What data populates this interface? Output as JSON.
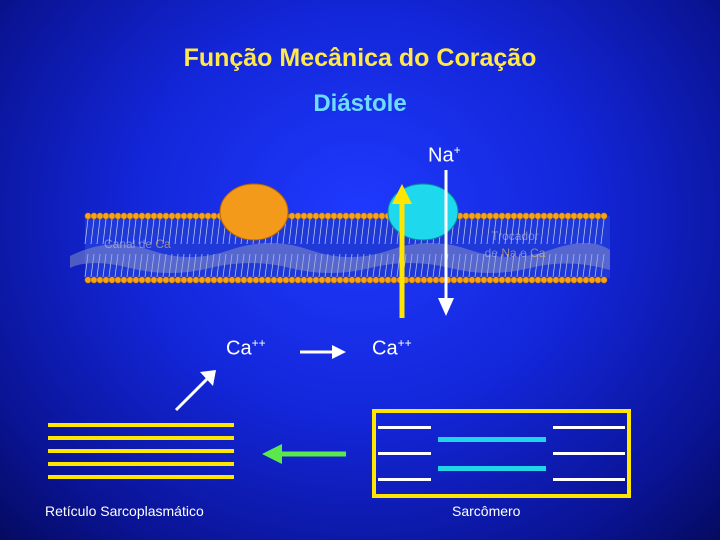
{
  "title": "Função Mecânica do Coração",
  "subtitle": "Diástole",
  "ions": {
    "na_base": "Na",
    "na_charge": "+",
    "ca_left_base": "Ca",
    "ca_left_charge": "++",
    "ca_right_base": "Ca",
    "ca_right_charge": "++"
  },
  "membrane_labels": {
    "canal_prefix": "Canal de",
    "canal_ion": "Ca",
    "exchanger_line1": "Trocador",
    "exchanger_line2_prefix": "de",
    "exchanger_na": "Na",
    "exchanger_conj": "e",
    "exchanger_ca": "Ca"
  },
  "labels": {
    "reticulum": "Retículo Sarcoplasmático",
    "sarcomere": "Sarcômero"
  },
  "colors": {
    "title": "#ffe84a",
    "subtitle": "#6fdcff",
    "channel": "#f39a1a",
    "exchanger": "#1ed8ee",
    "reticulum": "#ffe600",
    "arrow_green": "#5be84a",
    "sarcomere_frame": "#ffe600",
    "actin": "#ffffff",
    "myosin": "#22d4e8"
  }
}
